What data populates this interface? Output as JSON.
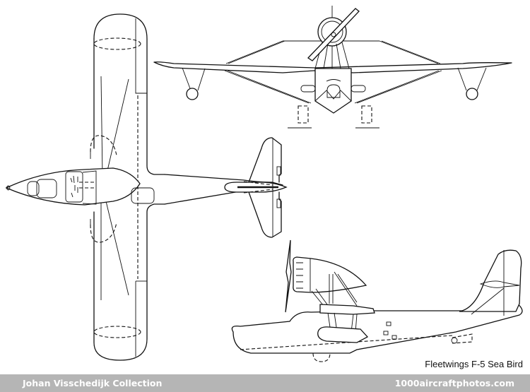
{
  "drawing": {
    "title": "Fleetwings F-5 Sea Bird",
    "views": [
      "top-view",
      "front-view",
      "side-view"
    ]
  },
  "footer": {
    "left_label": "Johan Visschedijk Collection",
    "right_label": "1000aircraftphotos.com",
    "background": "#b5b5b5",
    "text_color": "#ffffff"
  }
}
